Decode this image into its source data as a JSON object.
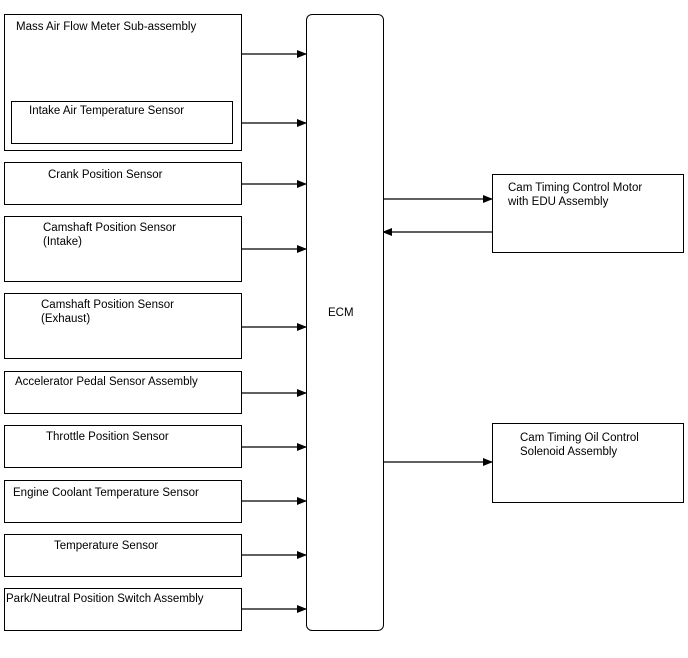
{
  "ecm": {
    "label": "ECM"
  },
  "inputs": {
    "maf": "Mass Air Flow Meter Sub-assembly",
    "iat": "Intake Air Temperature Sensor",
    "crank": "Crank Position Sensor",
    "cam_intake": "Camshaft Position Sensor\n(Intake)",
    "cam_exhaust": "Camshaft Position Sensor\n(Exhaust)",
    "accel": "Accelerator Pedal Sensor Assembly",
    "throttle": "Throttle Position Sensor",
    "coolant": "Engine Coolant Temperature Sensor",
    "temp": "Temperature Sensor",
    "park": "Park/Neutral Position Switch Assembly"
  },
  "outputs": {
    "cam_motor": "Cam Timing Control Motor\nwith EDU Assembly",
    "ocv": "Cam Timing Oil Control\nSolenoid Assembly"
  }
}
